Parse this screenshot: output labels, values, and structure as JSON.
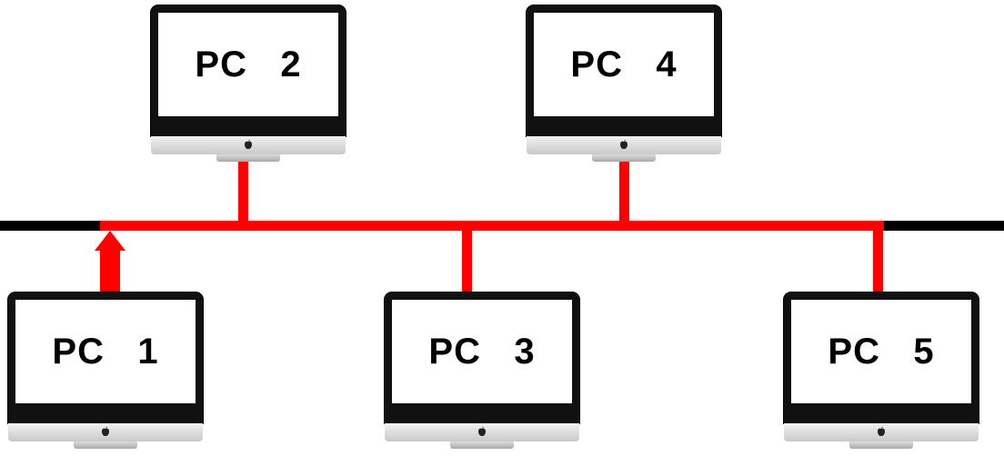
{
  "colors": {
    "bus": "#000000",
    "signal": "#ff0000",
    "bezel": "#111111",
    "screen": "#ffffff"
  },
  "computers": [
    {
      "id": "pc1",
      "label": "PC   1",
      "icon": "apple-logo-icon"
    },
    {
      "id": "pc2",
      "label": "PC   2",
      "icon": "apple-logo-icon"
    },
    {
      "id": "pc3",
      "label": "PC   3",
      "icon": "apple-logo-icon"
    },
    {
      "id": "pc4",
      "label": "PC   4",
      "icon": "apple-logo-icon"
    },
    {
      "id": "pc5",
      "label": "PC   5",
      "icon": "apple-logo-icon"
    }
  ]
}
